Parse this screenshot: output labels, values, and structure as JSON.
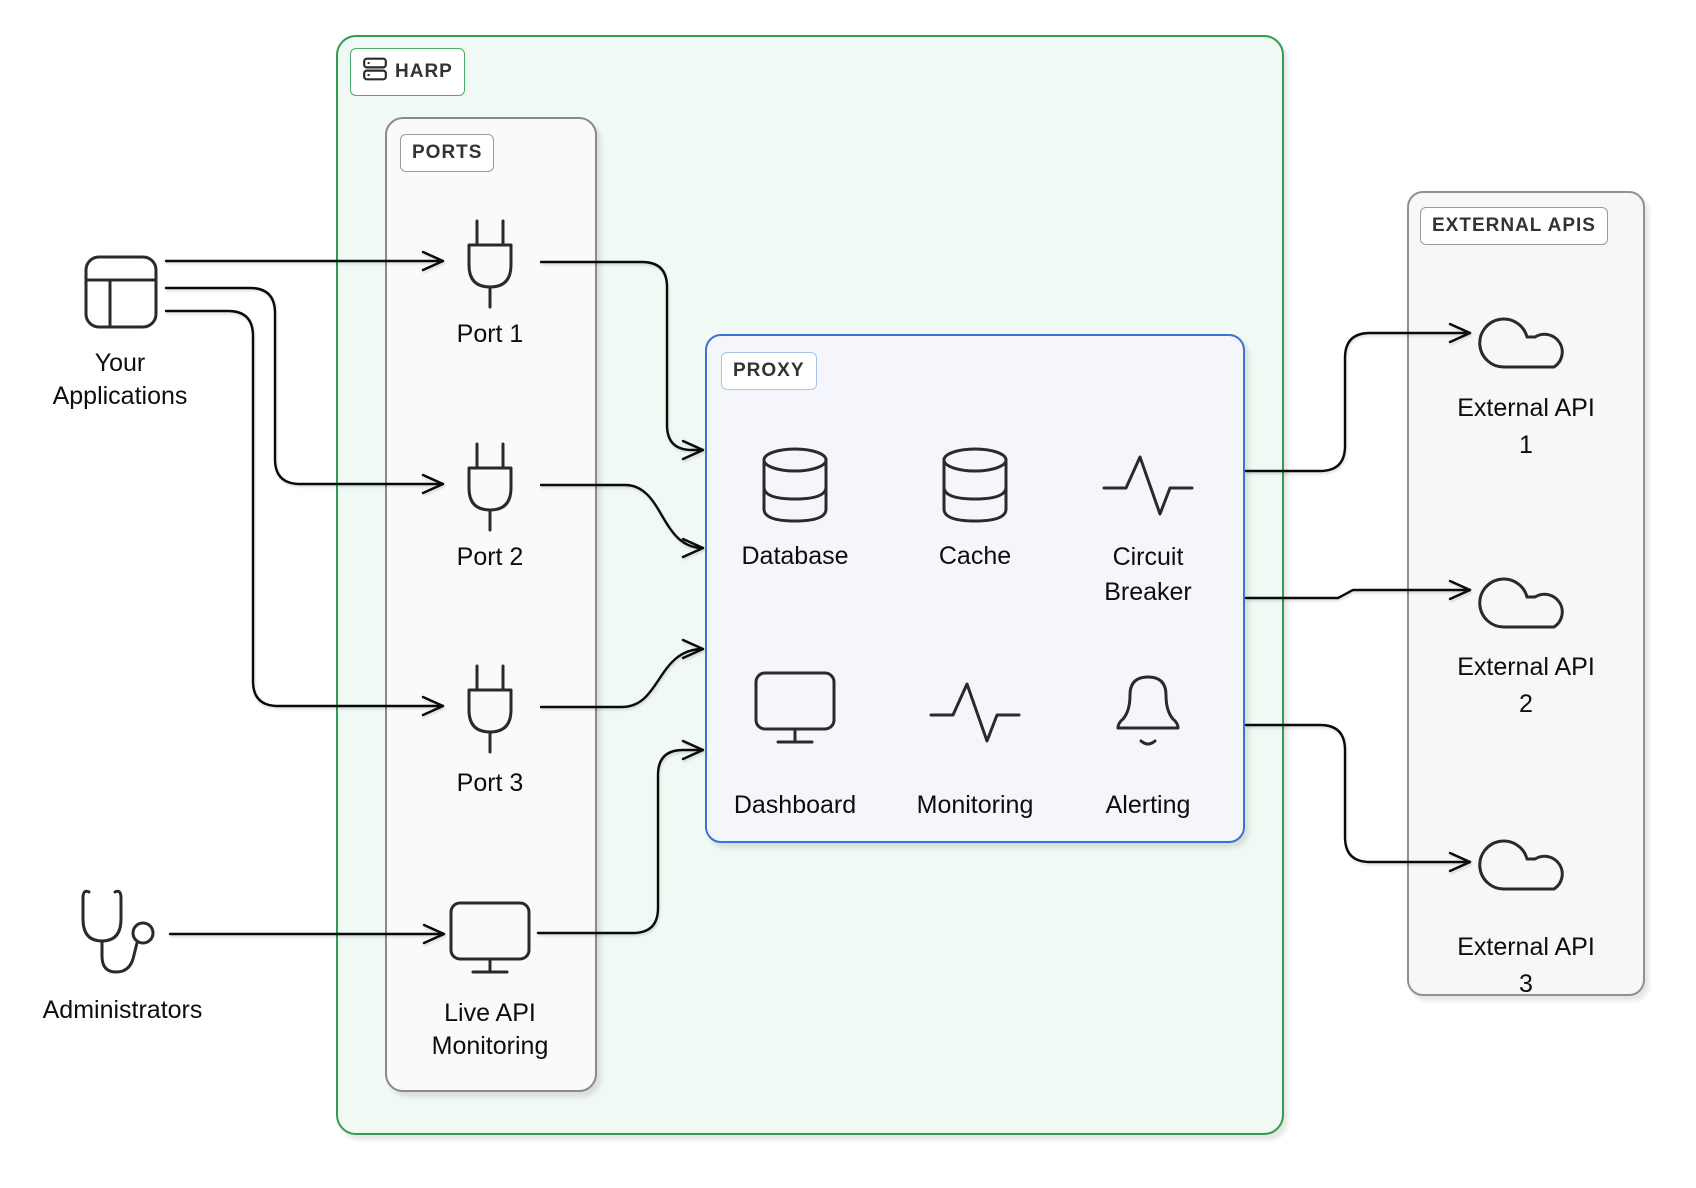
{
  "harp": {
    "label": "HARP"
  },
  "ports": {
    "label": "PORTS",
    "port1": "Port 1",
    "port2": "Port 2",
    "port3": "Port 3",
    "live_api_line1": "Live API",
    "live_api_line2": "Monitoring"
  },
  "proxy": {
    "label": "PROXY",
    "database": "Database",
    "cache": "Cache",
    "circuit_line1": "Circuit",
    "circuit_line2": "Breaker",
    "dashboard": "Dashboard",
    "monitoring": "Monitoring",
    "alerting": "Alerting"
  },
  "external": {
    "label": "EXTERNAL APIS",
    "api1_line1": "External API",
    "api1_line2": "1",
    "api2_line1": "External API",
    "api2_line2": "2",
    "api3_line1": "External API",
    "api3_line2": "3"
  },
  "actors": {
    "your_line1": "Your",
    "your_line2": "Applications",
    "admins": "Administrators"
  },
  "connections": [
    {
      "from": "Your Applications",
      "to": "Port 1"
    },
    {
      "from": "Your Applications",
      "to": "Port 2"
    },
    {
      "from": "Your Applications",
      "to": "Port 3"
    },
    {
      "from": "Administrators",
      "to": "Live API Monitoring"
    },
    {
      "from": "Port 1",
      "to": "Proxy"
    },
    {
      "from": "Port 2",
      "to": "Proxy"
    },
    {
      "from": "Port 3",
      "to": "Proxy"
    },
    {
      "from": "Live API Monitoring",
      "to": "Proxy"
    },
    {
      "from": "Proxy",
      "to": "External API 1"
    },
    {
      "from": "Proxy",
      "to": "External API 2"
    },
    {
      "from": "Proxy",
      "to": "External API 3"
    }
  ],
  "colors": {
    "harp_border": "#2e9e4f",
    "harp_fill": "#f0f9f3",
    "ports_border": "#8a8a8a",
    "ports_fill": "#fafafa",
    "proxy_border": "#3a72d8",
    "proxy_fill": "#f4f6fb",
    "external_border": "#909090",
    "external_fill": "#f7f7f7",
    "line": "#0a0a0a",
    "icon": "#2a2a2a"
  }
}
